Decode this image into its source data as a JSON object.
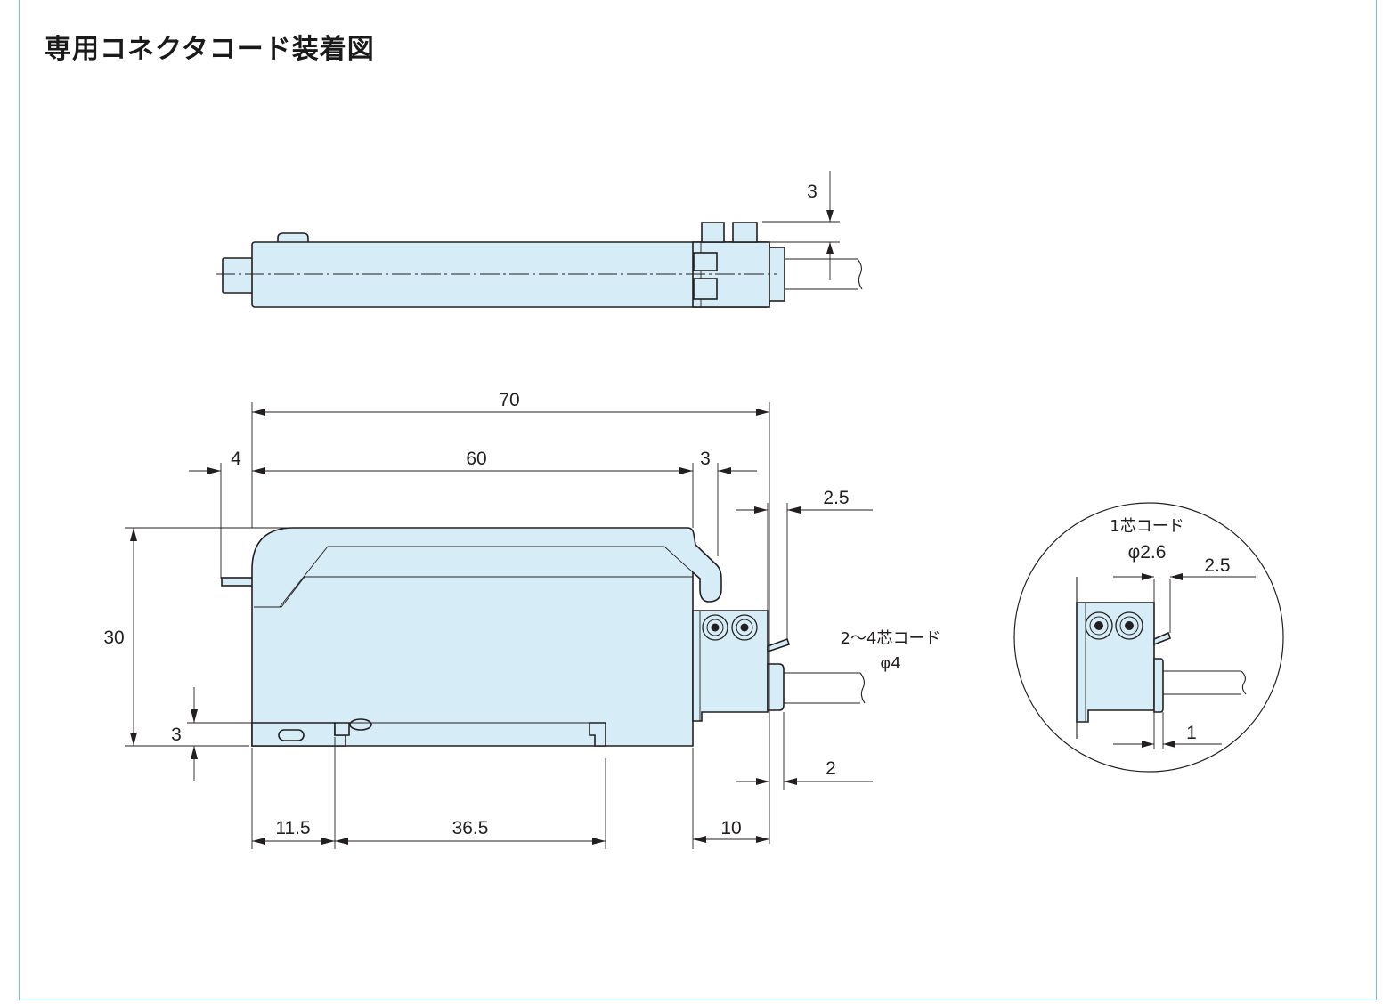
{
  "title": "専用コネクタコード装着図",
  "dimensions": {
    "top_view_3": "3",
    "overall_length": "70",
    "body_length": "60",
    "left_offset": "4",
    "right_offset": "3",
    "pin_offset_2_5": "2.5",
    "height": "30",
    "bottom_3": "3",
    "rail_11_5": "11.5",
    "rail_36_5": "36.5",
    "connector_10": "10",
    "cable_2": "2"
  },
  "labels": {
    "multi_core_cord": "2～4芯コード",
    "multi_core_diameter": "φ4"
  },
  "detail": {
    "single_core_cord": "1芯コード",
    "single_core_diameter": "φ2.6",
    "dim_2_5": "2.5",
    "dim_1": "1"
  },
  "colors": {
    "frame": "#6cc3dc",
    "body_fill": "#d6ecf7",
    "line": "#231f20"
  }
}
